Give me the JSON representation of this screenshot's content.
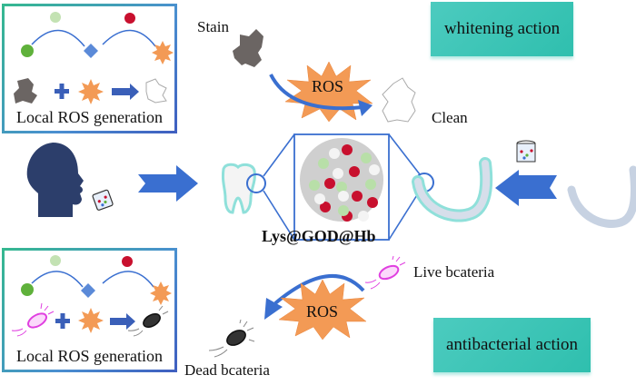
{
  "diagram": {
    "title": "Lys@GOD@Hb",
    "top_panel": {
      "caption": "Local ROS generation",
      "reaction": [
        "Stain",
        "+",
        "ROS",
        "→",
        "Clean stain"
      ]
    },
    "bottom_panel": {
      "caption": "Local ROS generation",
      "reaction": [
        "Live bacteria",
        "+",
        "ROS",
        "→",
        "Dead bacteria"
      ]
    },
    "whitening": {
      "box_label": "whitening action",
      "stain_label": "Stain",
      "ros_label": "ROS",
      "clean_label": "Clean"
    },
    "antibacterial": {
      "box_label": "antibacterial action",
      "live_label": "Live bcateria",
      "ros_label": "ROS",
      "dead_label": "Dead bcateria"
    },
    "nanoparticle_label": "Lys@GOD@Hb",
    "icons": [
      "human-head-icon",
      "beaker-icon",
      "tooth-icon",
      "aligner-icon",
      "arrow-right-icon",
      "arrow-left-icon",
      "ros-burst-icon",
      "stain-icon",
      "bacteria-icon"
    ],
    "colors": {
      "arrow_blue": "#3a6fd0",
      "head_navy": "#2c3e6b",
      "teal_box": "#3cc4b4",
      "ros_orange": "#f39a55",
      "particle_red": "#c8102e",
      "particle_green": "#b8dfa8",
      "particle_white": "#f4f4f4",
      "stain_gray": "#6b6563",
      "bacteria_live": "#e040e0"
    }
  }
}
